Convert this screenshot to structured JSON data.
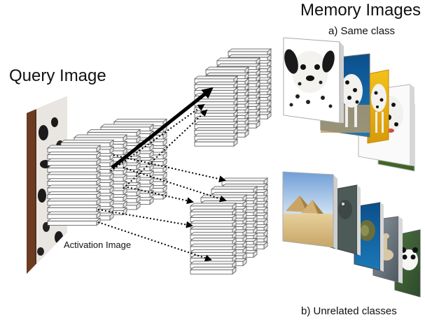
{
  "titles": {
    "memory_images": "Memory Images",
    "same_class": "a) Same class",
    "query_image": "Query Image",
    "activation_image": "Activation Image",
    "unrelated_classes": "b) Unrelated classes"
  },
  "memory_sets": {
    "same_class": {
      "label": "a) Same class",
      "images": [
        "dalmatian-face-icon",
        "dalmatian-standing-icon",
        "dalmatian-yellow-bg-icon",
        "dalmatian-white-bg-icon",
        "dalmatian-grass-icon"
      ]
    },
    "unrelated_classes": {
      "label": "b) Unrelated classes",
      "images": [
        "pyramids-icon",
        "bird-icon",
        "turtle-icon",
        "llama-icon",
        "panda-icon"
      ]
    }
  },
  "connections": {
    "strongest": {
      "from": "activation-image",
      "to": "same-class-activation",
      "style": "solid-bold"
    },
    "others_style": "dotted"
  },
  "colors": {
    "arrow": "#000000",
    "slab_fill": "#ffffff",
    "slab_stroke": "#555555"
  }
}
